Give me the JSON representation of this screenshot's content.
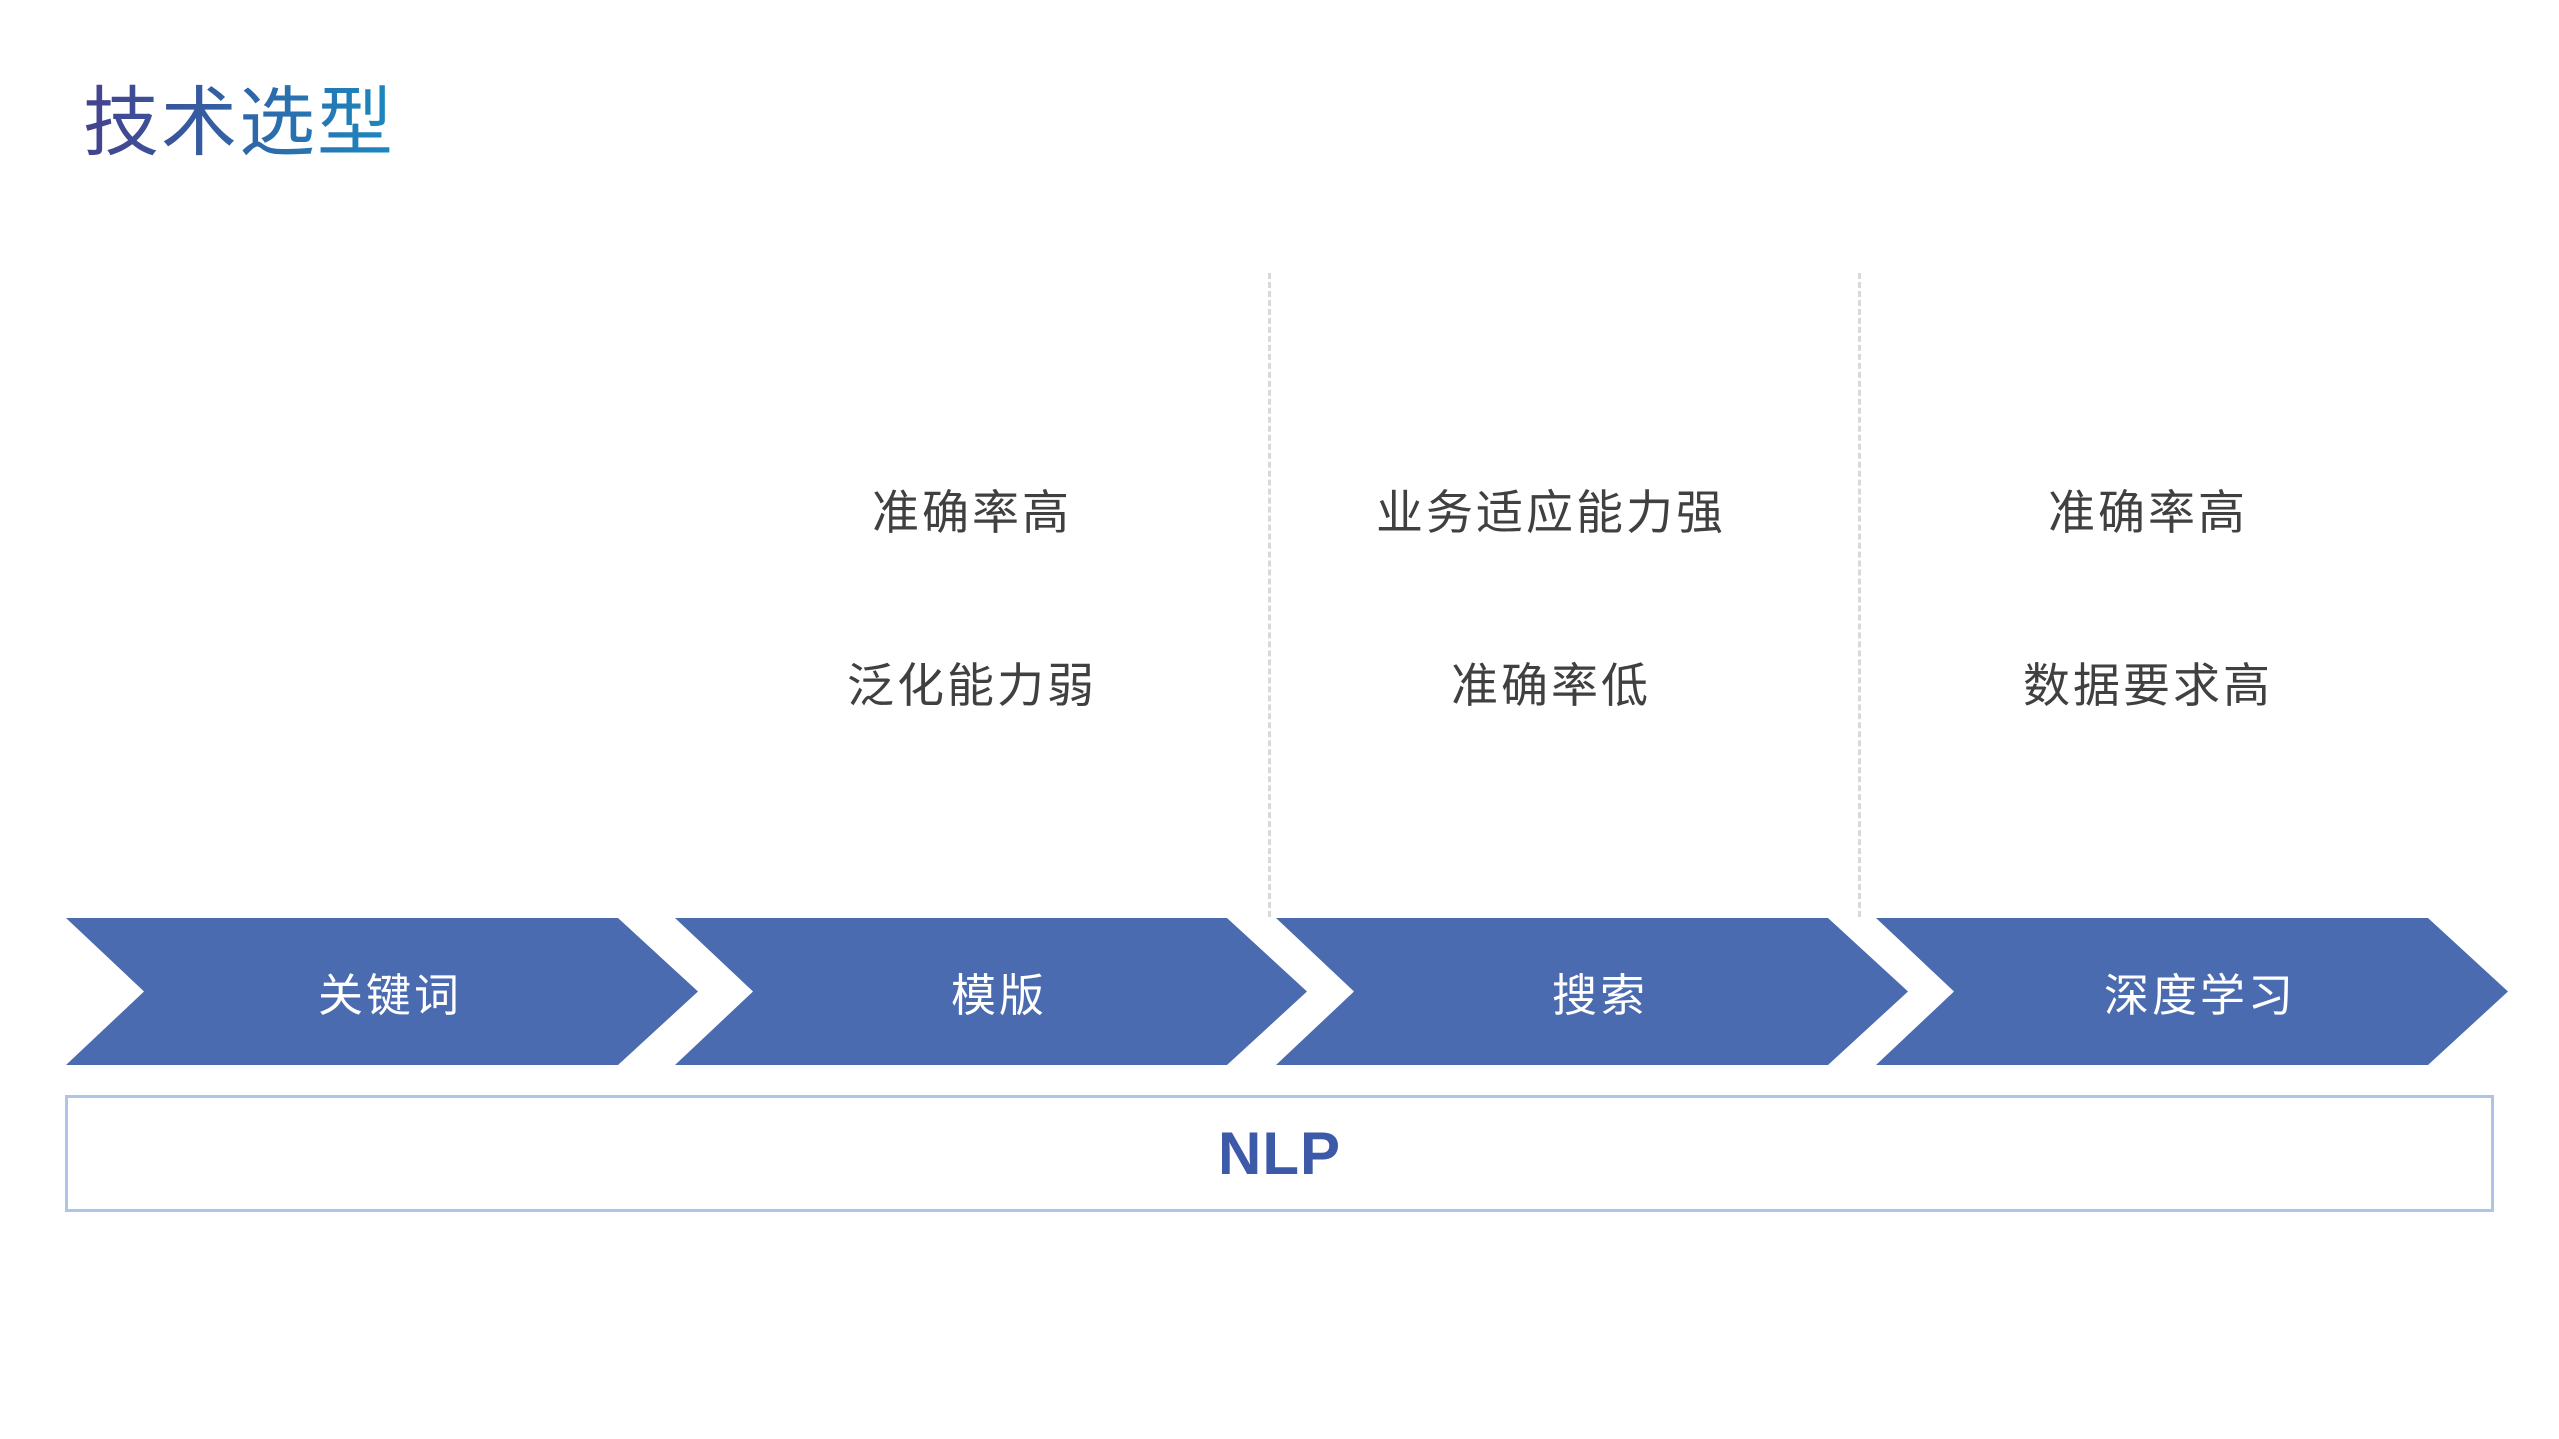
{
  "slide": {
    "title": "技术选型"
  },
  "flow": {
    "steps": [
      {
        "label": "关键词"
      },
      {
        "label": "模版",
        "pro": "准确率高",
        "con": "泛化能力弱"
      },
      {
        "label": "搜索",
        "pro": "业务适应能力强",
        "con": "准确率低"
      },
      {
        "label": "深度学习",
        "pro": "准确率高",
        "con": "数据要求高"
      }
    ]
  },
  "base": {
    "label": "NLP"
  },
  "colors": {
    "chevron": "#4b6bb0",
    "title_from": "#45418d",
    "title_to": "#1b88c0",
    "annotation": "#404040",
    "nlp_text": "#3c5aa8",
    "nlp_border": "#aec6e6",
    "divider": "#d9d9d9"
  }
}
